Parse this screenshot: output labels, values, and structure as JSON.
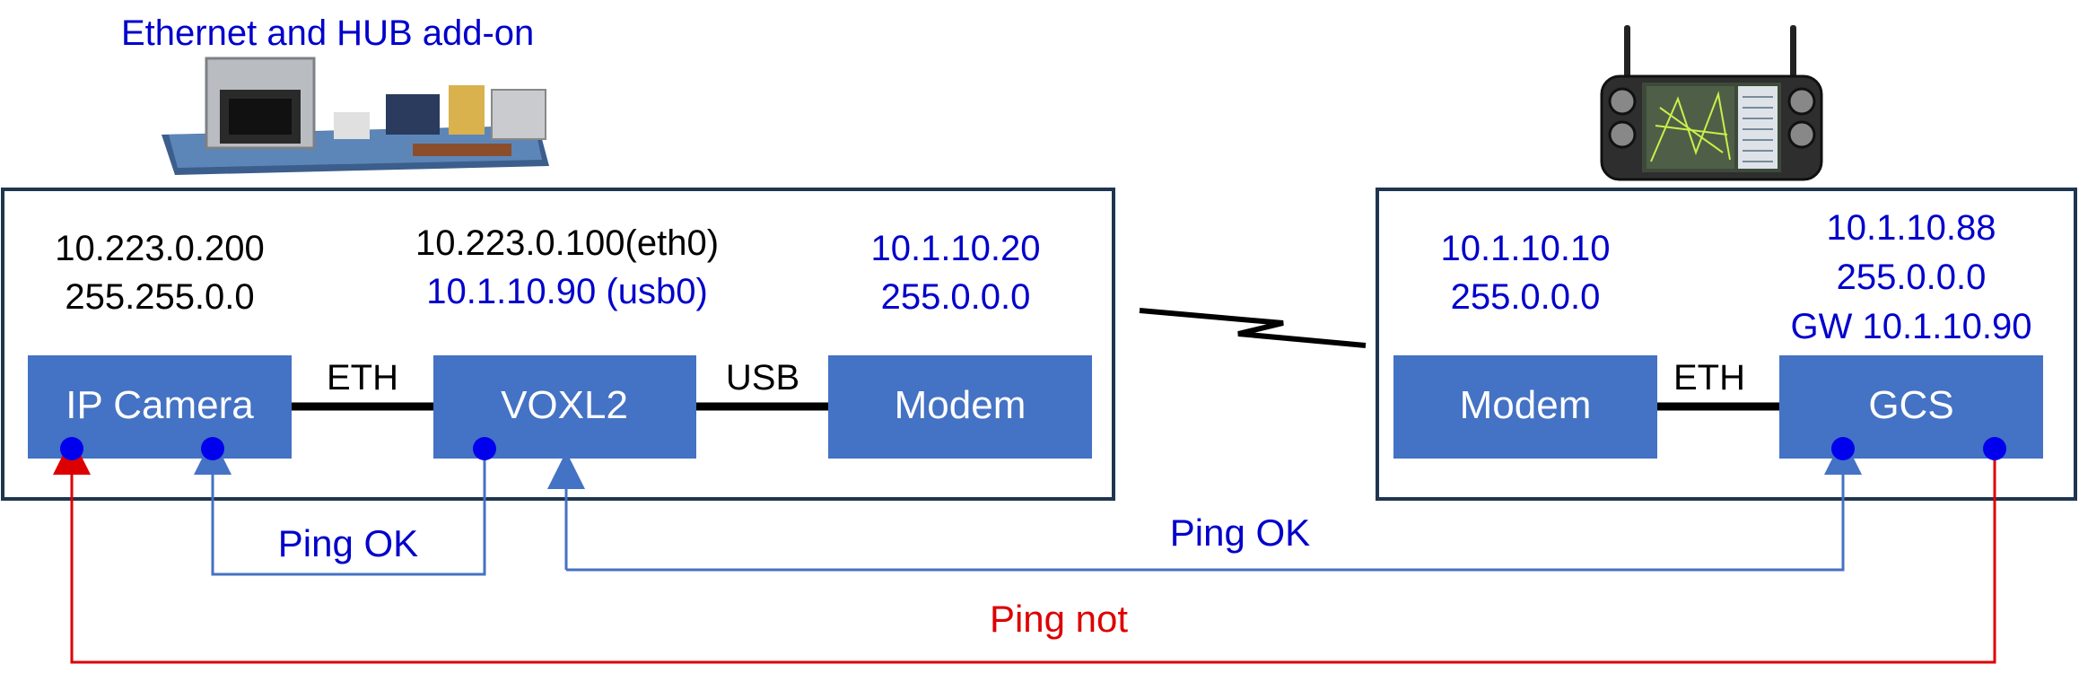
{
  "title": "Ethernet and HUB add-on",
  "colors": {
    "node_fill": "#4472c4",
    "box_stroke": "#1f3550",
    "blue_text": "#0000cc",
    "red": "#dd0000",
    "link_blue": "#4472c4"
  },
  "drone_side": {
    "ip_camera": {
      "label": "IP Camera",
      "ip": "10.223.0.200",
      "mask": "255.255.0.0"
    },
    "link_eth": "ETH",
    "voxl2": {
      "label": "VOXL2",
      "ip_eth": "10.223.0.100(eth0)",
      "ip_usb": "10.1.10.90 (usb0)"
    },
    "link_usb": "USB",
    "modem": {
      "label": "Modem",
      "ip": "10.1.10.20",
      "mask": "255.0.0.0"
    }
  },
  "ground_side": {
    "modem": {
      "label": "Modem",
      "ip": "10.1.10.10",
      "mask": "255.0.0.0"
    },
    "link_eth": "ETH",
    "gcs": {
      "label": "GCS",
      "ip": "10.1.10.88",
      "mask": "255.0.0.0",
      "gateway": "GW 10.1.10.90"
    }
  },
  "pings": {
    "local": "Ping OK",
    "remote": "Ping OK",
    "failed": "Ping not"
  },
  "icons": {
    "addon_board": "ethernet-hub-board-icon",
    "controller": "ground-controller-icon"
  }
}
